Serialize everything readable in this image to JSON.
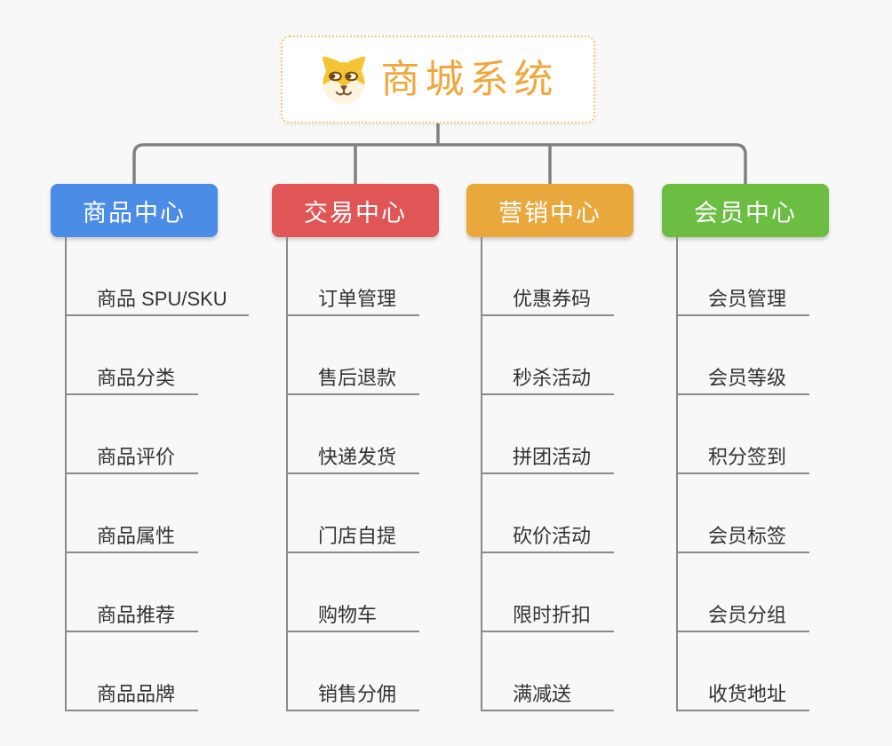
{
  "root": {
    "label": "商城系统",
    "icon": "shiba-dog-icon",
    "text_color": "#F0A73B",
    "border_color": "#F6C878",
    "background": "#FFFFFF"
  },
  "branches": [
    {
      "label": "商品中心",
      "color": "#4A8CE6",
      "children": [
        "商品 SPU/SKU",
        "商品分类",
        "商品评价",
        "商品属性",
        "商品推荐",
        "商品品牌"
      ]
    },
    {
      "label": "交易中心",
      "color": "#E05555",
      "children": [
        "订单管理",
        "售后退款",
        "快递发货",
        "门店自提",
        "购物车",
        "销售分佣"
      ]
    },
    {
      "label": "营销中心",
      "color": "#E9A83C",
      "children": [
        "优惠券码",
        "秒杀活动",
        "拼团活动",
        "砍价活动",
        "限时折扣",
        "满减送"
      ]
    },
    {
      "label": "会员中心",
      "color": "#6CBE43",
      "children": [
        "会员管理",
        "会员等级",
        "积分签到",
        "会员标签",
        "会员分组",
        "收货地址"
      ]
    }
  ],
  "connector_color": "#808080",
  "child_line_color": "#8A8A8A",
  "canvas_background": "#F8F8F8"
}
